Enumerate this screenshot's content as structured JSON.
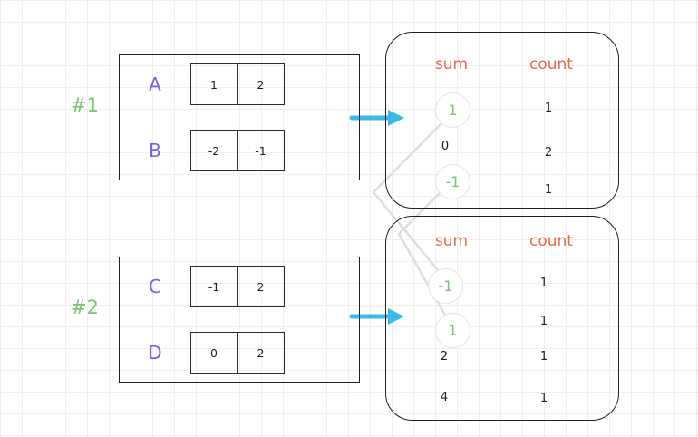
{
  "colors": {
    "label_green": "#79c471",
    "array_name_purple": "#7b5cf0",
    "header_orange": "#e2694e",
    "arrow_cyan": "#3bb9e9",
    "connector_gray": "#dddddd",
    "box_border": "#1f1f1f"
  },
  "examples": [
    {
      "id": "#1",
      "arrays": [
        {
          "name": "A",
          "cells": [
            "1",
            "2"
          ]
        },
        {
          "name": "B",
          "cells": [
            "-2",
            "-1"
          ]
        }
      ],
      "table": {
        "headers": {
          "sum": "sum",
          "count": "count"
        },
        "rows": [
          {
            "sum": "1",
            "count": "1",
            "circled": true
          },
          {
            "sum": "0",
            "count": "2",
            "circled": false
          },
          {
            "sum": "-1",
            "count": "1",
            "circled": true
          }
        ]
      }
    },
    {
      "id": "#2",
      "arrays": [
        {
          "name": "C",
          "cells": [
            "-1",
            "2"
          ]
        },
        {
          "name": "D",
          "cells": [
            "0",
            "2"
          ]
        }
      ],
      "table": {
        "headers": {
          "sum": "sum",
          "count": "count"
        },
        "rows": [
          {
            "sum": "-1",
            "count": "1",
            "circled": true
          },
          {
            "sum": "1",
            "count": "1",
            "circled": true
          },
          {
            "sum": "2",
            "count": "1",
            "circled": false
          },
          {
            "sum": "4",
            "count": "1",
            "circled": false
          }
        ]
      }
    }
  ]
}
